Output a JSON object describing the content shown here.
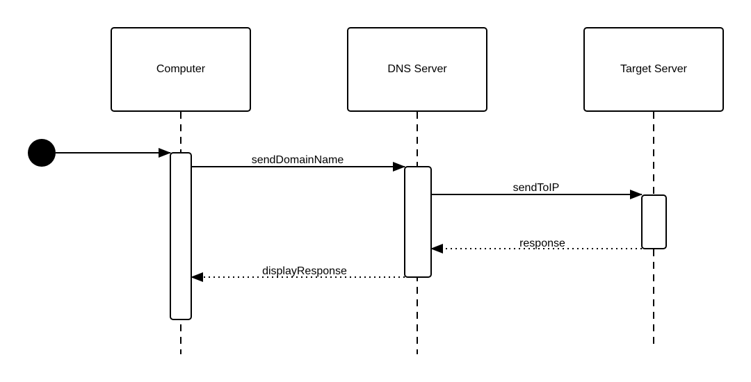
{
  "colors": {
    "stroke": "#000000",
    "fill": "#ffffff",
    "text": "#000000"
  },
  "participants": [
    {
      "id": "computer",
      "label": "Computer"
    },
    {
      "id": "dns-server",
      "label": "DNS Server"
    },
    {
      "id": "target-server",
      "label": "Target Server"
    }
  ],
  "messages": [
    {
      "id": "start",
      "label": "",
      "from": "initial",
      "to": "computer",
      "style": "solid"
    },
    {
      "id": "send-domain-name",
      "label": "sendDomainName",
      "from": "computer",
      "to": "dns-server",
      "style": "solid"
    },
    {
      "id": "send-to-ip",
      "label": "sendToIP",
      "from": "dns-server",
      "to": "target-server",
      "style": "solid"
    },
    {
      "id": "response",
      "label": "response",
      "from": "target-server",
      "to": "dns-server",
      "style": "dotted"
    },
    {
      "id": "display-response",
      "label": "displayResponse",
      "from": "dns-server",
      "to": "computer",
      "style": "dotted"
    }
  ]
}
